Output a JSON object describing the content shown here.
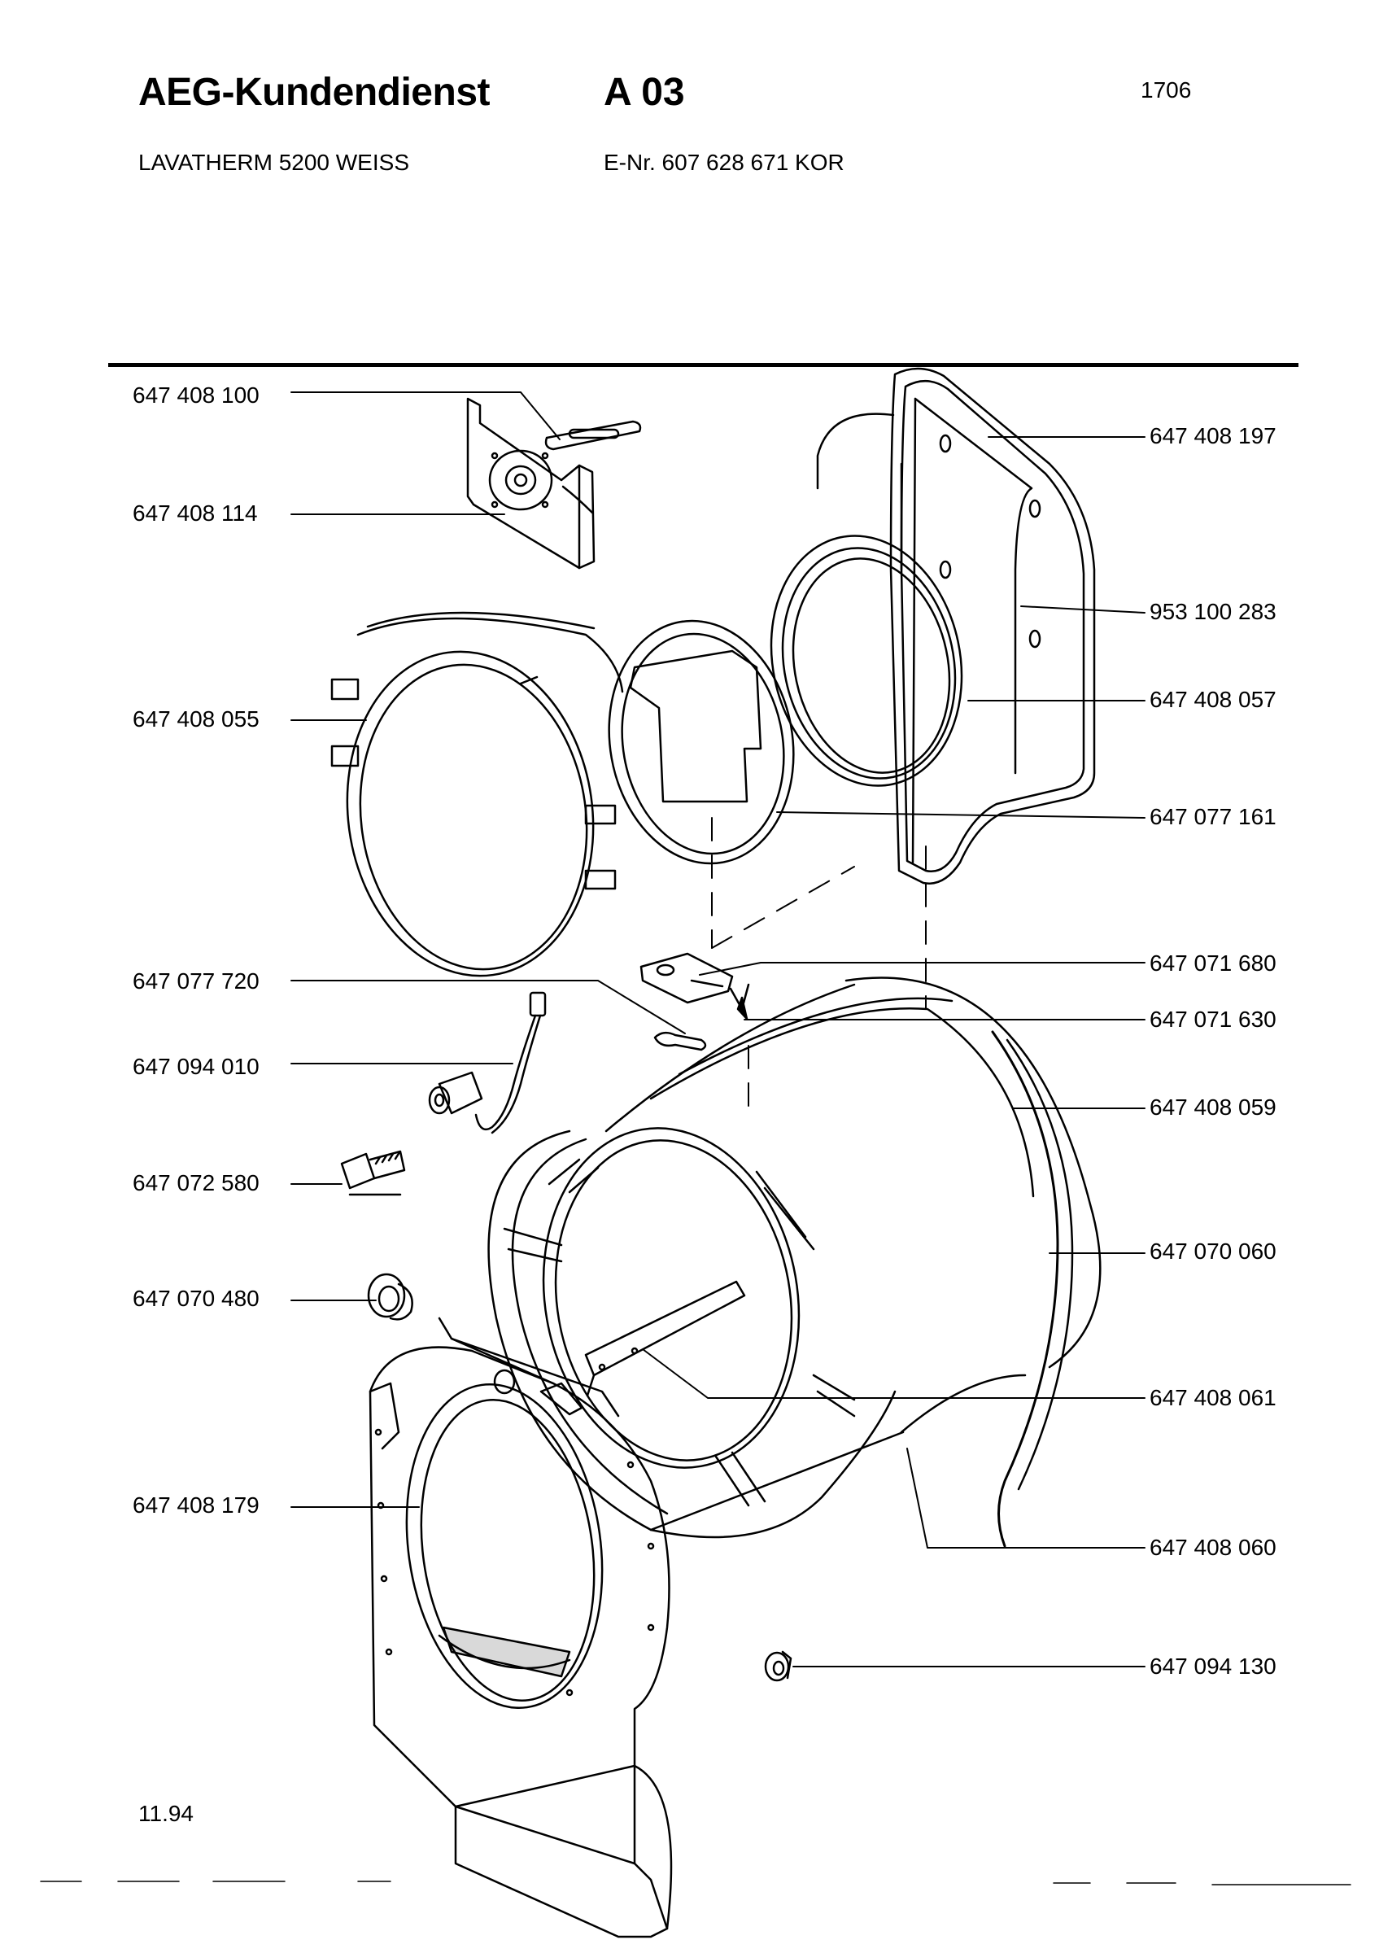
{
  "header": {
    "brand": "AEG-Kundendienst",
    "section_code": "A 03",
    "sheet_number": "1706",
    "model": "LAVATHERM 5200 WEISS",
    "e_number": "E-Nr. 607 628 671  KOR"
  },
  "footer": {
    "date": "11.94"
  },
  "parts_left": [
    "647 408 100",
    "647 408 114",
    "647 408 055",
    "647 077 720",
    "647 094 010",
    "647 072 580",
    "647 070 480",
    "647 408 179"
  ],
  "parts_right": [
    "647 408 197",
    "953 100 283",
    "647 408 057",
    "647 077 161",
    "647 071 680",
    "647 071 630",
    "647 408 059",
    "647 070 060",
    "647 408 061",
    "647 408 060",
    "647 094 130"
  ],
  "colors": {
    "ink": "#000000",
    "paper": "#ffffff"
  }
}
